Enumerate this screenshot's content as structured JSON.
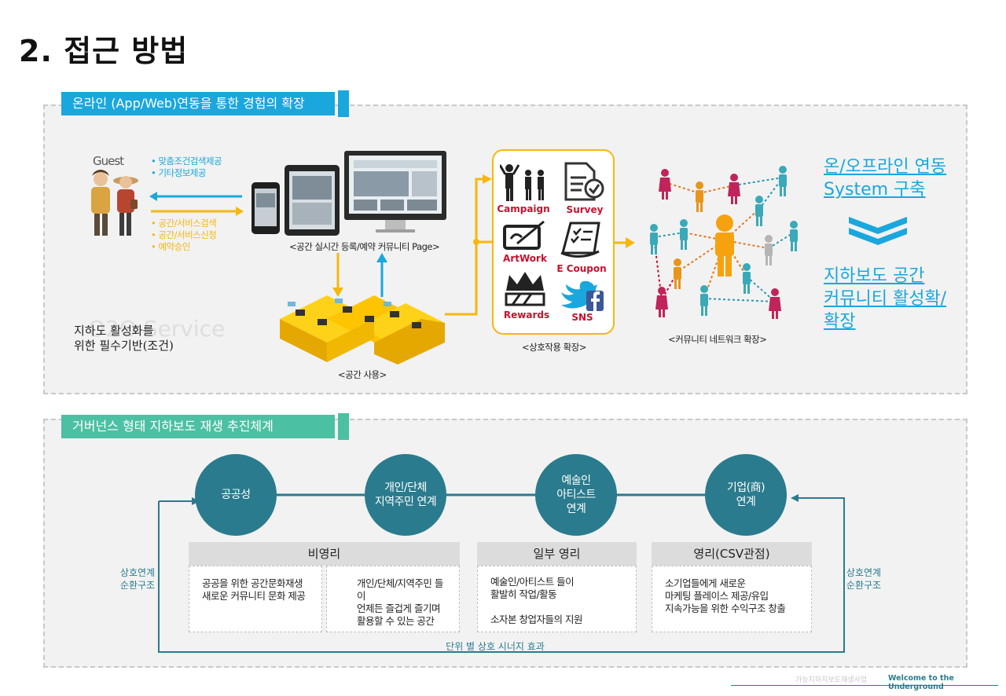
{
  "page_title": "2. 접근 방법",
  "section1": {
    "tab_label": "온라인 (App/Web)연동을 통한 경험의 확장",
    "guest_label": "Guest",
    "blue_bullets": [
      "맞춤조건검색제공",
      "기타정보제공"
    ],
    "orange_bullets": [
      "공간/서비스검색",
      "공간/서비스신청",
      "예약승인"
    ],
    "devices_caption": "<공간 실시간 등록/예약 커뮤니티 Page>",
    "space_caption": "<공간 사용>",
    "o2o_watermark": "O2O Service",
    "basis_text": "지하도 활성화를\n위한 필수기반(조건)",
    "interaction_items": [
      "Campaign",
      "Survey",
      "ArtWork",
      "E Coupon",
      "Rewards",
      "SNS"
    ],
    "interaction_caption": "<상호작용 확장>",
    "network_caption": "<커뮤니티 네트워크 확장>",
    "result_top": "온/오프라인 연동\nSystem 구축",
    "result_bottom": "지하보도 공간\n커뮤니티 활성확/\n확장"
  },
  "section2": {
    "tab_label": "거버넌스 형태 지하보도 재생 추진체계",
    "circles": [
      "공공성",
      "개인/단체\n지역주민 연계",
      "예술인\n아티스트\n연계",
      "기업(商)\n연계"
    ],
    "categories": [
      "비영리",
      "일부 영리",
      "영리(CSV관점)"
    ],
    "boxes": [
      "공공을 위한 공간문화재생\n새로운 커뮤니티 문화 제공",
      "개인/단체/지역주민 들이\n언제든 즐겁게 즐기며\n활용할 수 있는 공간",
      "예술인/아티스트 들이\n활발히 작업/활동\n\n소자본 창업자들의 지원",
      "소기업들에게 새로운\n마케팅 플레이스 제공/유입\n지속가능을 위한 수익구조 창출"
    ],
    "left_label": "상호연계\n순환구조",
    "right_label": "상호연계\n순환구조",
    "bottom_label": "단위 별 상호 시너지 효과"
  },
  "footer": {
    "faint_text": "가능지하지보도재생사업",
    "brand": "Welcome to the Underground"
  },
  "colors": {
    "accent_blue": "#1aa7dd",
    "accent_green": "#4cc0a3",
    "teal": "#2a7b8d",
    "orange": "#f6b70f",
    "red_label": "#c8102e"
  }
}
